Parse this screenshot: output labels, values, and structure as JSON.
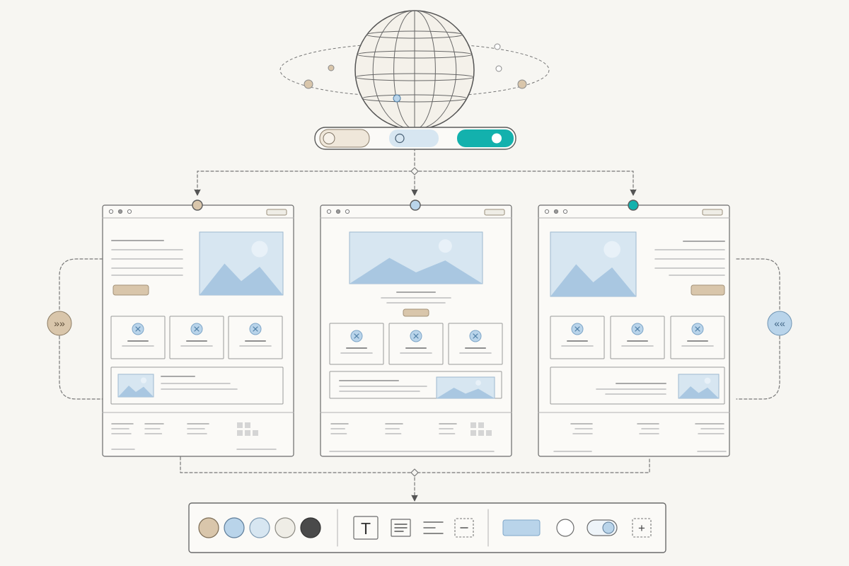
{
  "colors": {
    "background": "#f7f6f2",
    "line": "#5b5b5b",
    "panel": "#fbfaf7",
    "tan": "#d9c6ab",
    "blue": "#b9d4ea",
    "light_blue": "#d7e6f1",
    "teal": "#13b1ad",
    "ivory": "#efede6",
    "charcoal": "#4a4a4a",
    "gray": "#bdbdbd"
  },
  "globe": {
    "icon": "globe-icon"
  },
  "toggle_bar": {
    "segments": [
      {
        "name": "tan-segment",
        "color": "#efe7da"
      },
      {
        "name": "blue-segment",
        "color": "#d7e6f1"
      },
      {
        "name": "teal-segment",
        "color": "#13b1ad"
      }
    ]
  },
  "nav": {
    "left": "»»",
    "right": "««"
  },
  "screens": [
    {
      "name": "left",
      "variant": "text-left-hero",
      "indicator": "#d9c6ab"
    },
    {
      "name": "center",
      "variant": "centered-hero",
      "indicator": "#b9d4ea"
    },
    {
      "name": "right",
      "variant": "text-right-hero",
      "indicator": "#13b1ad"
    }
  ],
  "toolbar": {
    "swatches": [
      "#d9c6ab",
      "#b9d4ea",
      "#d7e6f1",
      "#efede6",
      "#4a4a4a"
    ],
    "text_tool": "T",
    "tools": [
      "text-block-icon",
      "lines-icon",
      "dashed-box-icon"
    ],
    "components": [
      "button-component",
      "radio-component",
      "toggle-component"
    ],
    "add": "+"
  }
}
